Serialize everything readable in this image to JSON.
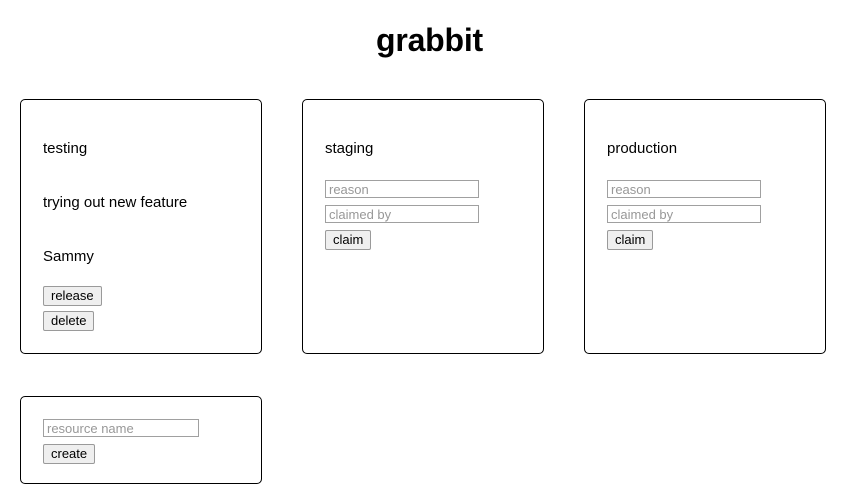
{
  "app": {
    "title": "grabbit"
  },
  "resources": [
    {
      "name": "testing",
      "state": "claimed",
      "reason": "trying out new feature",
      "claimed_by": "Sammy",
      "release_label": "release",
      "delete_label": "delete"
    },
    {
      "name": "staging",
      "state": "free",
      "reason_placeholder": "reason",
      "claimed_by_placeholder": "claimed by",
      "reason_value": "",
      "claimed_by_value": "",
      "claim_label": "claim"
    },
    {
      "name": "production",
      "state": "free",
      "reason_placeholder": "reason",
      "claimed_by_placeholder": "claimed by",
      "reason_value": "",
      "claimed_by_value": "",
      "claim_label": "claim"
    }
  ],
  "create_card": {
    "resource_name_placeholder": "resource name",
    "resource_name_value": "",
    "create_label": "create"
  },
  "colors": {
    "page_background": "#ffffff",
    "card_background": "#ffffff",
    "card_border": "#000000",
    "text": "#000000",
    "placeholder": "#989898",
    "input_border": "#a0a0a0",
    "button_background": "#efefef",
    "button_border": "#9a9a9a"
  }
}
